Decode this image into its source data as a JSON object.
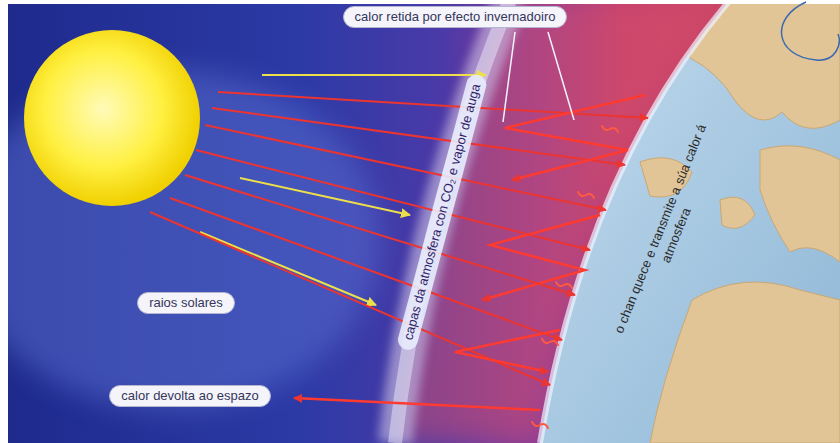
{
  "diagram": {
    "nodes": [
      {
        "text": [
          "calor retida por efecto invernadoiro"
        ]
      },
      {
        "text": [
          "capas da atmosfera con CO₂ e vapor de auga"
        ]
      },
      {
        "text": [
          "o chan quece e transmite a súa calor á atmosfera"
        ]
      },
      {
        "text": [
          "raios solares"
        ]
      },
      {
        "text": [
          "calor devolta ao espazo"
        ]
      }
    ]
  }
}
